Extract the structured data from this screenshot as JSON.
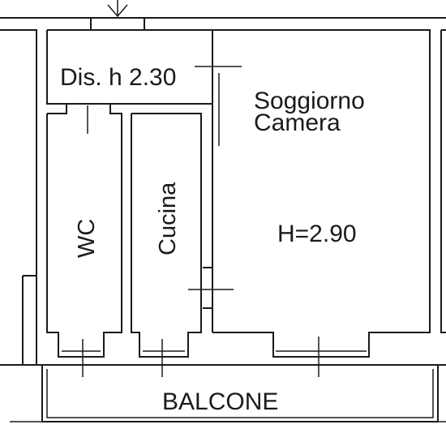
{
  "rooms": {
    "corridor": "Dis. h 2.30",
    "living_line1": "Soggiorno",
    "living_line2": "Camera",
    "living_height": "H=2.90",
    "wc": "WC",
    "kitchen": "Cucina",
    "balcony": "BALCONE"
  }
}
